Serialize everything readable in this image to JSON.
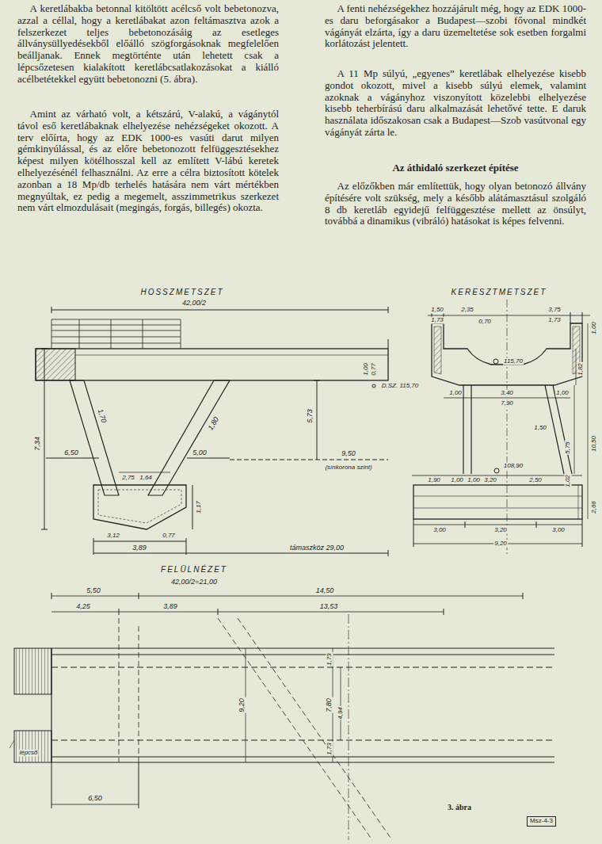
{
  "diagram": {
    "caption": "3. ábra",
    "nodes": [
      {
        "text": [
          "Msz-4-3"
        ]
      }
    ],
    "labels": [
      "A keretlábakba betonnal kitöltött acélcső volt bebetonozva, azzal a céllal, hogy a keretlábakat azon feltámasztva azok a felszerkezet teljes bebetonozásáig az esetleges állványsüllyedésekből előálló szögforgásoknak megfelelően beálljanak. Ennek megtörténte után lehetett csak a lépcsőzetesen kialakított keretlábcsatlakozásokat a kiálló acélbetétekkel együtt bebetonozni (5. ábra).",
      "Amint az várható volt, a kétszárú, V-alakú, a vágánytól távol eső keretlábaknak elhelyezése nehézségeket okozott. A terv előírta, hogy az EDK 1000-es vasúti darut milyen gémkinyúlással, és az előre bebetonozott felfüggesztésekhez képest milyen kötélhosszal kell az említett V-lábú keretek elhelyezésénél felhasználni. Az erre a célra biztosított kötelek azonban a 18 Mp/db terhelés hatására nem várt mértékben megnyúltak, ez pedig a megemelt, asszimmetrikus szerkezet nem várt elmozdulásait (megingás, forgás, billegés) okozta.",
      "A fenti nehézségekhez hozzájárult még, hogy az EDK 1000-es daru beforgásakor a Budapest—szobi fővonal mindkét vágányát elzárta, így a daru üzemeltetése sok esetben forgalmi korlátozást jelentett.",
      "A 11 Mp súlyú, „egyenes” keretlábak elhelyezése kisebb gondot okozott, mivel a kisebb súlyú elemek, valamint azoknak a vágányhoz viszonyított közelebbi elhelyezése kisebb teherbírású daru alkalmazását lehetővé tette. E daruk használata időszakosan csak a Budapest—Szob vasútvonal egy vágányát zárta le.",
      "Az áthidaló szerkezet építése",
      "Az előzőkben már említettük, hogy olyan betonozó állvány építésére volt szükség, mely a később alátámasztásul szolgáló 8 db keretláb egyidejű felfüggesztése mellett az önsúlyt, továbbá a dinamikus (vibráló) hatásokat is képes felvenni.",
      "HOSSZMETSZET",
      "42,00/2",
      "1,00",
      "0,77",
      "D.SZ. 115,70",
      "1,70",
      "1,80",
      "7,34",
      "6,50",
      "2,75",
      "1,64",
      "5,00",
      "9,50",
      "(sínkorona szint)",
      "5,73",
      "1,17",
      "3,12",
      "0,77",
      "3,89",
      "támaszköz 29,00",
      "KERESZTMETSZET",
      "1,50",
      "1,73",
      "2,35",
      "0,70",
      "3,75",
      "1,73",
      "1,00",
      "115,70",
      "1,82",
      "1,00",
      "3,40",
      "7,90",
      "1,00",
      "1,50",
      "5,75",
      "10,50",
      "108,90",
      "1,90",
      "1,00",
      "1,00",
      "3,20",
      "2,50",
      "1,02",
      "2,66",
      "3,00",
      "3,20",
      "3,00",
      "9,20",
      "FELÜLNÉZET",
      "42,00/2=21,00",
      "5,50",
      "14,50",
      "4,25",
      "3,89",
      "13,53",
      "1,73",
      "9,20",
      "7,80",
      "4,94",
      "1,73",
      "lépcső",
      "6,50"
    ]
  }
}
